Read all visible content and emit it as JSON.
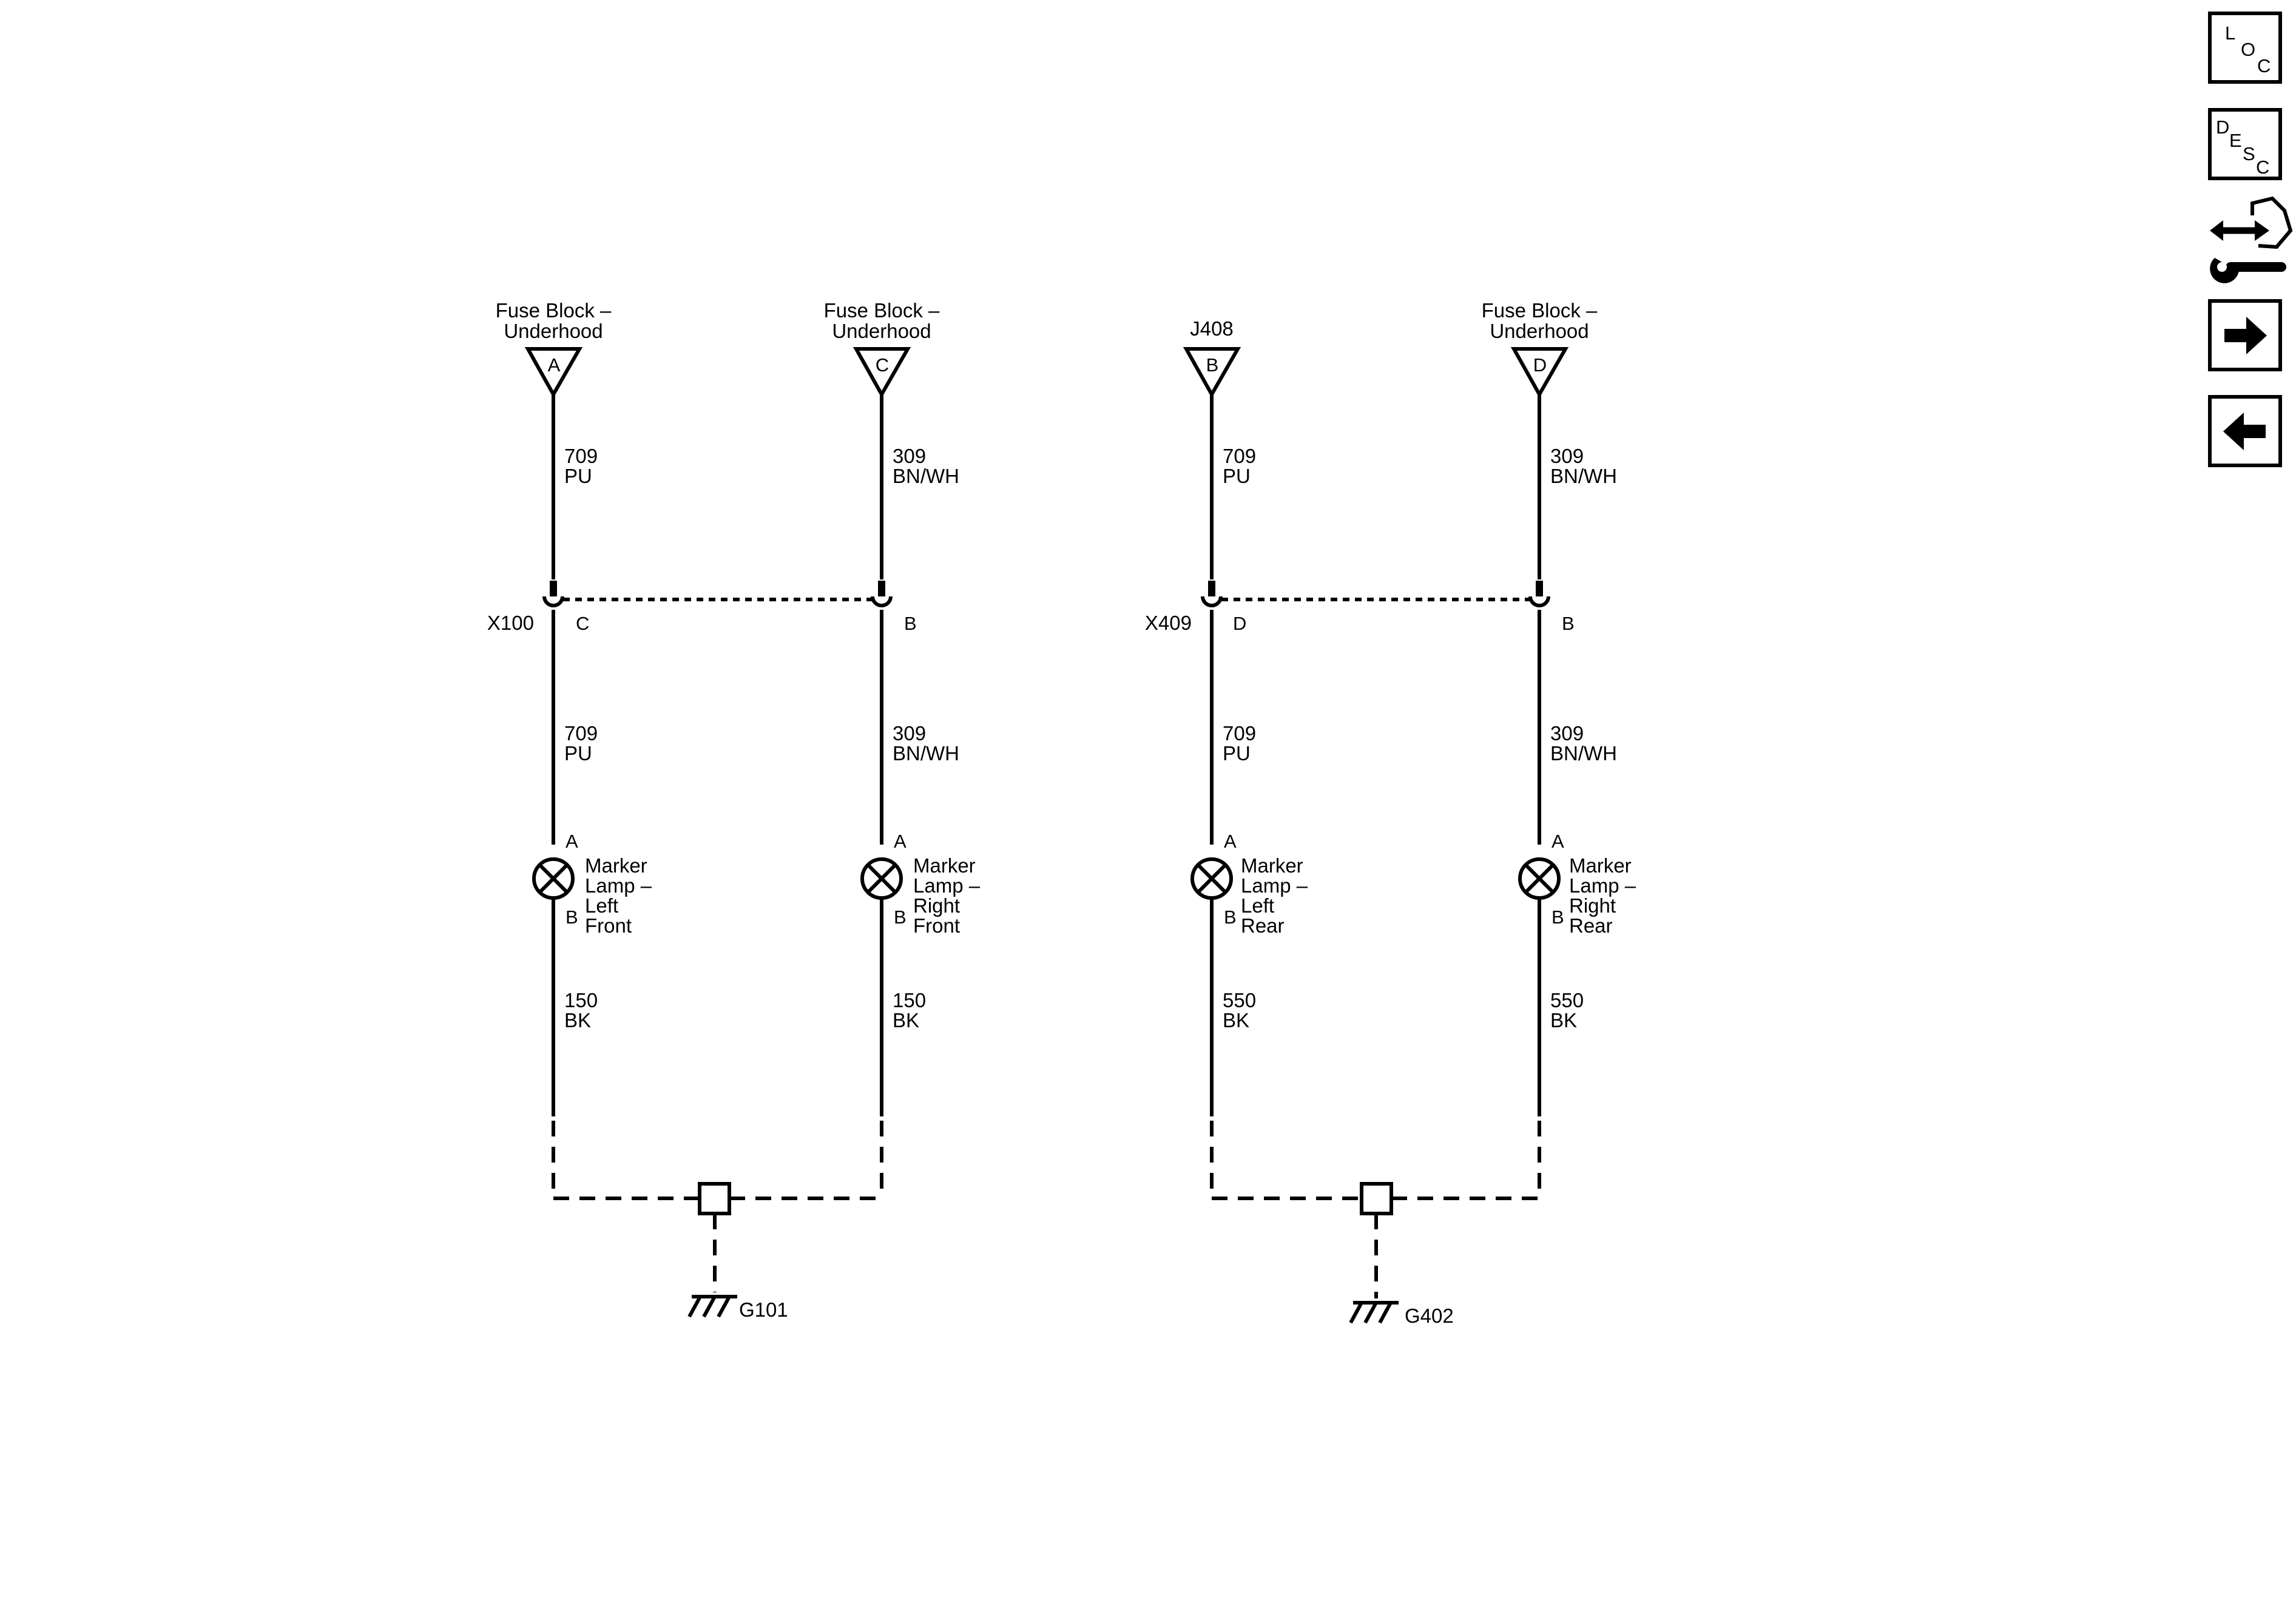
{
  "circuits": [
    {
      "id": "lf",
      "source": {
        "label_lines": [
          "Fuse Block –",
          "Underhood"
        ],
        "pin": "A"
      },
      "wire_top": {
        "circuit": "709",
        "color": "PU"
      },
      "wire_mid": {
        "circuit": "709",
        "color": "PU"
      },
      "lamp": {
        "label_lines": [
          "Marker",
          "Lamp –",
          "Left",
          "Front"
        ],
        "pin_a": "A",
        "pin_b": "B"
      },
      "wire_bottom": {
        "circuit": "150",
        "color": "BK"
      },
      "connector_pin": "C"
    },
    {
      "id": "rf",
      "source": {
        "label_lines": [
          "Fuse Block –",
          "Underhood"
        ],
        "pin": "C"
      },
      "wire_top": {
        "circuit": "309",
        "color": "BN/WH"
      },
      "wire_mid": {
        "circuit": "309",
        "color": "BN/WH"
      },
      "lamp": {
        "label_lines": [
          "Marker",
          "Lamp –",
          "Right",
          "Front"
        ],
        "pin_a": "A",
        "pin_b": "B"
      },
      "wire_bottom": {
        "circuit": "150",
        "color": "BK"
      },
      "connector_pin": "B"
    },
    {
      "id": "lr",
      "source": {
        "label_lines": [
          "J408"
        ],
        "pin": "B"
      },
      "wire_top": {
        "circuit": "709",
        "color": "PU"
      },
      "wire_mid": {
        "circuit": "709",
        "color": "PU"
      },
      "lamp": {
        "label_lines": [
          "Marker",
          "Lamp –",
          "Left",
          "Rear"
        ],
        "pin_a": "A",
        "pin_b": "B"
      },
      "wire_bottom": {
        "circuit": "550",
        "color": "BK"
      },
      "connector_pin": "D"
    },
    {
      "id": "rr",
      "source": {
        "label_lines": [
          "Fuse Block –",
          "Underhood"
        ],
        "pin": "D"
      },
      "wire_top": {
        "circuit": "309",
        "color": "BN/WH"
      },
      "wire_mid": {
        "circuit": "309",
        "color": "BN/WH"
      },
      "lamp": {
        "label_lines": [
          "Marker",
          "Lamp –",
          "Right",
          "Rear"
        ],
        "pin_a": "A",
        "pin_b": "B"
      },
      "wire_bottom": {
        "circuit": "550",
        "color": "BK"
      },
      "connector_pin": "B"
    }
  ],
  "connectors": [
    {
      "label": "X100"
    },
    {
      "label": "X409"
    }
  ],
  "grounds": [
    {
      "label": "G101"
    },
    {
      "label": "G402"
    }
  ],
  "nav": {
    "loc": [
      "L",
      "O",
      "C"
    ],
    "desc": [
      "D",
      "E",
      "S",
      "C"
    ],
    "service_icon": "connector-wrench-icon",
    "next_icon": "arrow-right-icon",
    "prev_icon": "arrow-left-icon"
  }
}
